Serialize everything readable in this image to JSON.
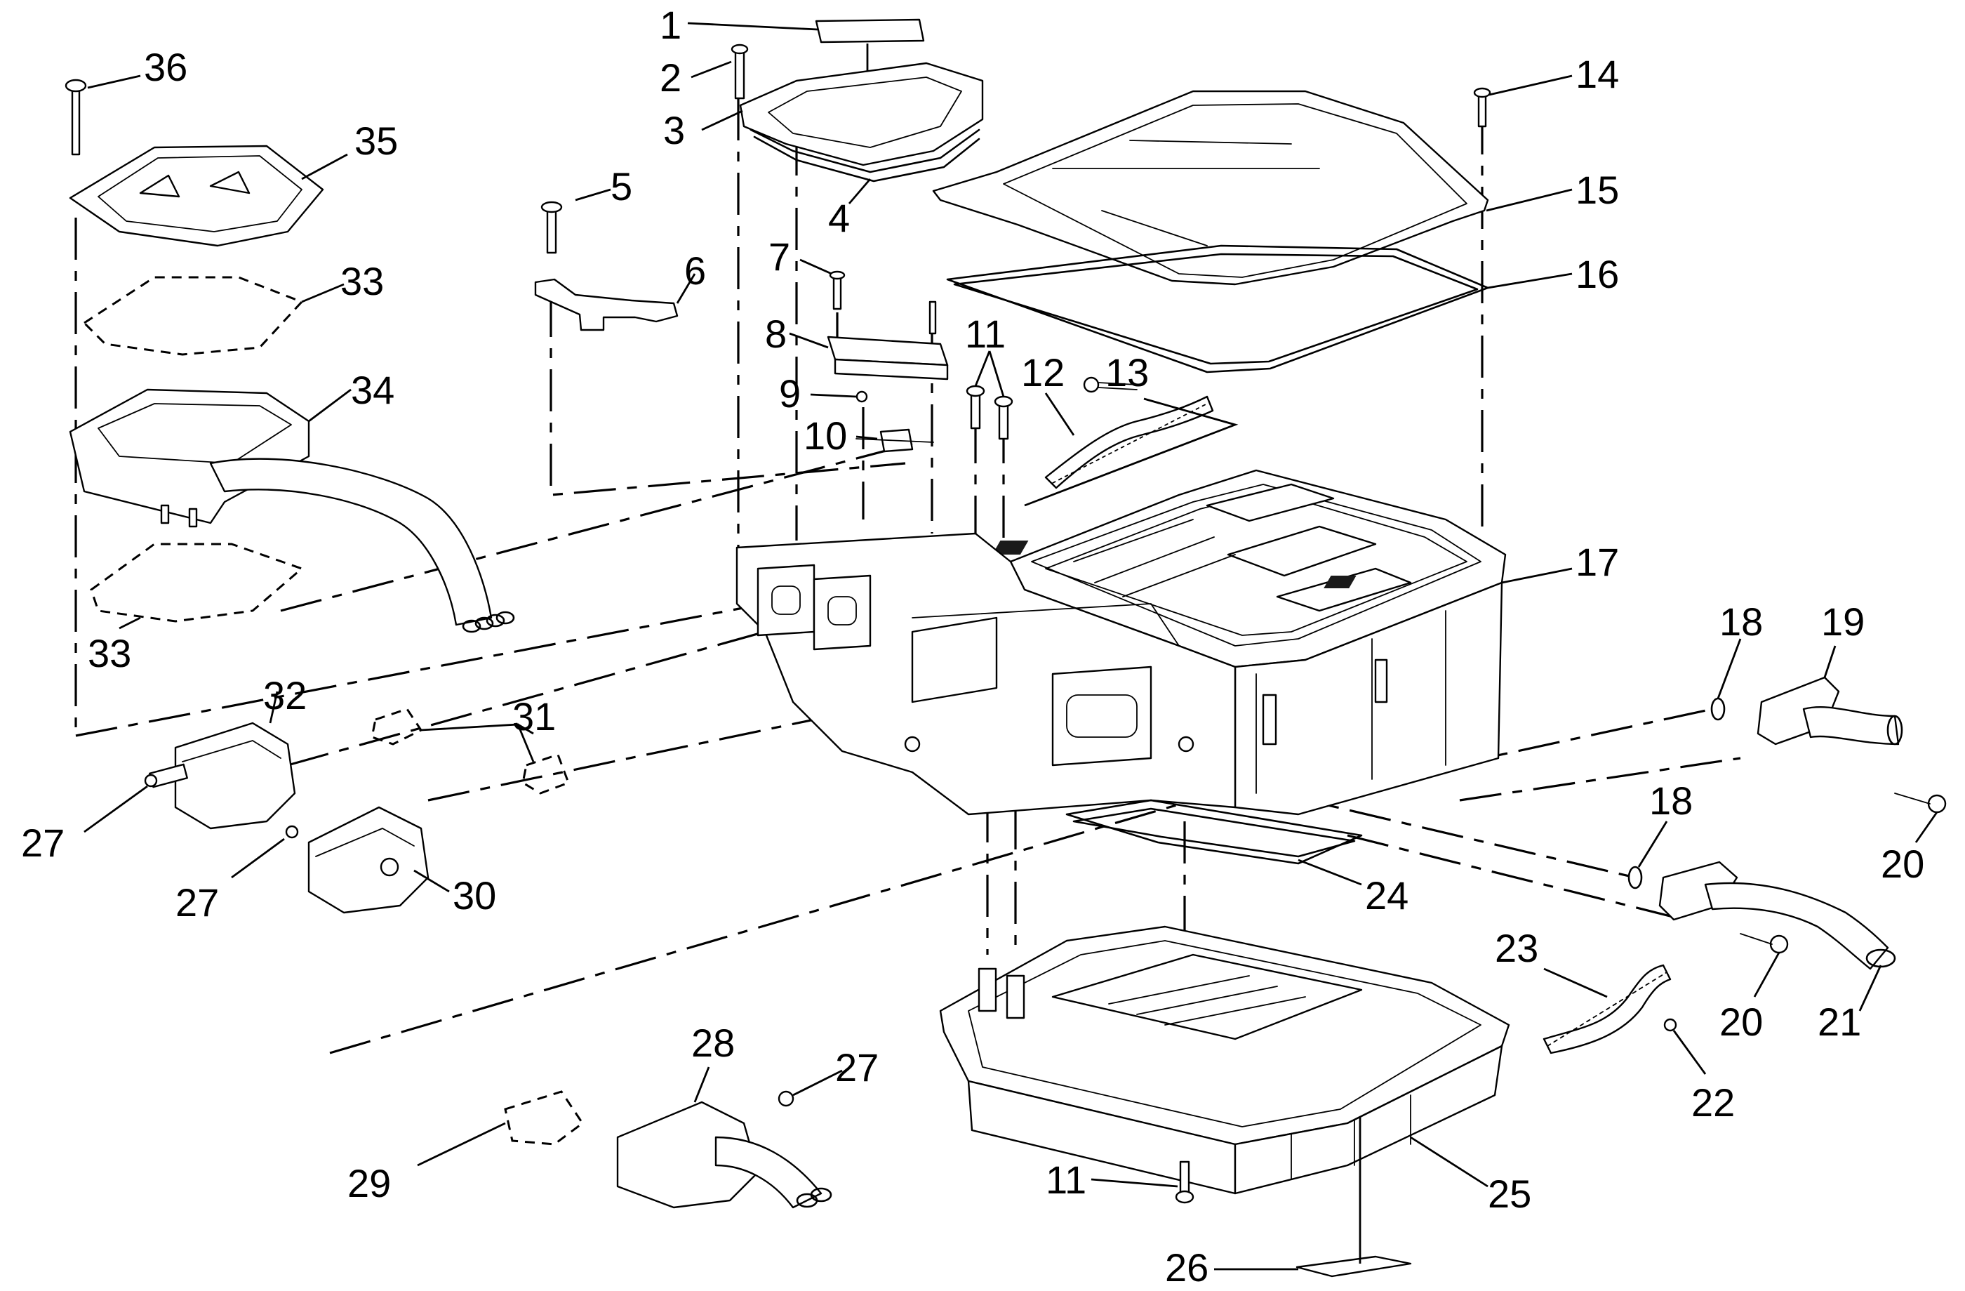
{
  "callouts": {
    "c1": "1",
    "c2": "2",
    "c3": "3",
    "c4": "4",
    "c5": "5",
    "c6": "6",
    "c7": "7",
    "c8": "8",
    "c9": "9",
    "c10": "10",
    "c11a": "11",
    "c11b": "11",
    "c12": "12",
    "c13": "13",
    "c14": "14",
    "c15": "15",
    "c16": "16",
    "c17": "17",
    "c18a": "18",
    "c18b": "18",
    "c19": "19",
    "c20a": "20",
    "c20b": "20",
    "c21": "21",
    "c22": "22",
    "c23": "23",
    "c24": "24",
    "c25": "25",
    "c26": "26",
    "c27a": "27",
    "c27b": "27",
    "c27c": "27",
    "c28": "28",
    "c29": "29",
    "c30": "30",
    "c31": "31",
    "c32": "32",
    "c33a": "33",
    "c33b": "33",
    "c34": "34",
    "c35": "35",
    "c36": "36"
  }
}
